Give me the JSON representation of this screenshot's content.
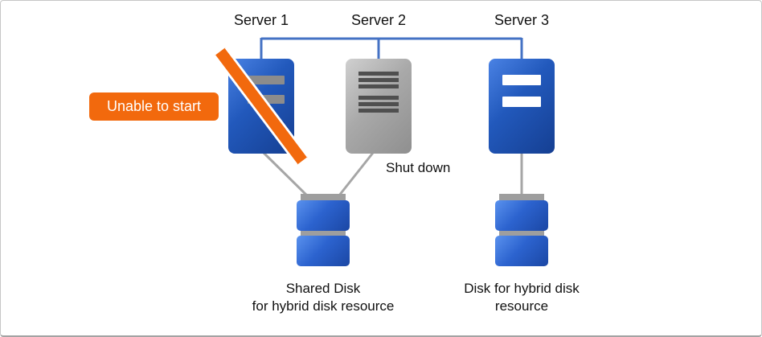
{
  "diagram": {
    "servers": [
      {
        "label": "Server 1",
        "state": "failed"
      },
      {
        "label": "Server 2",
        "state": "shutdown"
      },
      {
        "label": "Server 3",
        "state": "normal"
      }
    ],
    "callout": "Unable to start",
    "shutdown_label": "Shut down",
    "shared_disk_label": [
      "Shared Disk",
      "for hybrid disk resource"
    ],
    "hybrid_disk_label": [
      "Disk for hybrid disk",
      "resource"
    ]
  },
  "colors": {
    "server_blue": "#2259bc",
    "server_gray": "#a9a9a9",
    "connector_blue": "#4472c4",
    "line_gray": "#a6a6a6",
    "alert_orange": "#f2690d",
    "disk_blue": "#2c63cf",
    "disk_cap_gray": "#9e9e9e",
    "slot_gray": "#8c8c8c",
    "vent_dark_gray": "#4f4f4f"
  }
}
